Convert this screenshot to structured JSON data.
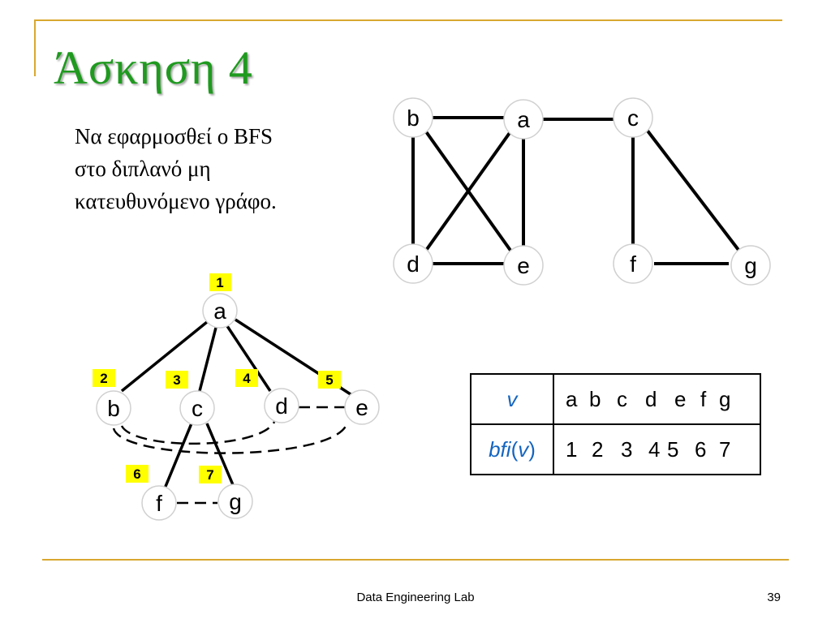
{
  "slide": {
    "title": "Άσκηση 4",
    "description_lines": [
      "Να εφαρμοσθεί ο BFS",
      "στο διπλανό μη",
      "κατευθυνόμενο γράφο."
    ],
    "footer": "Data Engineering Lab",
    "page_number": "39"
  },
  "graph": {
    "nodes": [
      "b",
      "a",
      "c",
      "d",
      "e",
      "f",
      "g"
    ],
    "edges": [
      [
        "b",
        "a"
      ],
      [
        "a",
        "c"
      ],
      [
        "b",
        "d"
      ],
      [
        "b",
        "e"
      ],
      [
        "a",
        "d"
      ],
      [
        "a",
        "e"
      ],
      [
        "d",
        "e"
      ],
      [
        "c",
        "f"
      ],
      [
        "c",
        "g"
      ],
      [
        "f",
        "g"
      ]
    ]
  },
  "bfs_tree": {
    "root": "a",
    "tree_edges": [
      [
        "a",
        "b"
      ],
      [
        "a",
        "c"
      ],
      [
        "a",
        "d"
      ],
      [
        "a",
        "e"
      ],
      [
        "c",
        "f"
      ],
      [
        "c",
        "g"
      ]
    ],
    "non_tree_edges": [
      [
        "d",
        "e"
      ],
      [
        "b",
        "d"
      ],
      [
        "b",
        "e"
      ],
      [
        "f",
        "g"
      ]
    ],
    "order": [
      {
        "node": "a",
        "bfi": "1"
      },
      {
        "node": "b",
        "bfi": "2"
      },
      {
        "node": "c",
        "bfi": "3"
      },
      {
        "node": "d",
        "bfi": "4"
      },
      {
        "node": "e",
        "bfi": "5"
      },
      {
        "node": "f",
        "bfi": "6"
      },
      {
        "node": "g",
        "bfi": "7"
      }
    ]
  },
  "table": {
    "row1_header": "v",
    "row2_header_fn": "bfi",
    "row2_header_open": "(",
    "row2_header_arg": "v",
    "row2_header_close": ")",
    "nodes": [
      "a",
      "b",
      "c",
      "d",
      "e",
      "f",
      "g"
    ],
    "values": [
      "1",
      "2",
      "3",
      "4",
      "5",
      "6",
      "7"
    ]
  },
  "colors": {
    "title": "#1f9a1f",
    "accent_rule": "#d9a830",
    "badge": "#ffff00",
    "table_header": "#1565c0"
  }
}
